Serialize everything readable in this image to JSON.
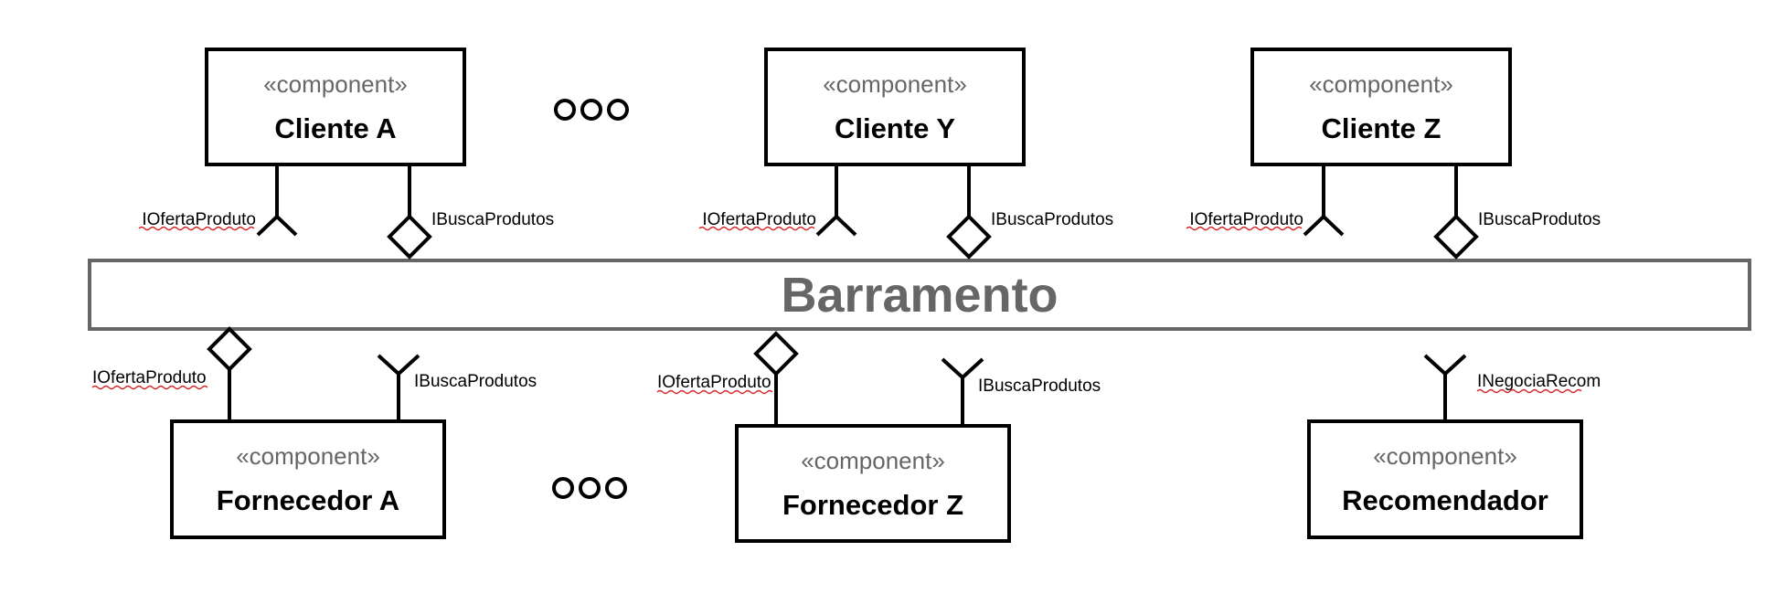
{
  "stereotype": "«component»",
  "bus": {
    "label": "Barramento"
  },
  "components": {
    "cliente_a": {
      "name": "Cliente A"
    },
    "cliente_y": {
      "name": "Cliente Y"
    },
    "cliente_z": {
      "name": "Cliente Z"
    },
    "fornecedor_a": {
      "name": "Fornecedor A"
    },
    "fornecedor_z": {
      "name": "Fornecedor Z"
    },
    "recomendador": {
      "name": "Recomendador"
    }
  },
  "interfaces": {
    "oferta": "IOfertaProduto",
    "busca": "IBuscaProdutos",
    "negocia": "INegociaRecom"
  },
  "ellipsis": [
    "ooo",
    "ooo"
  ]
}
